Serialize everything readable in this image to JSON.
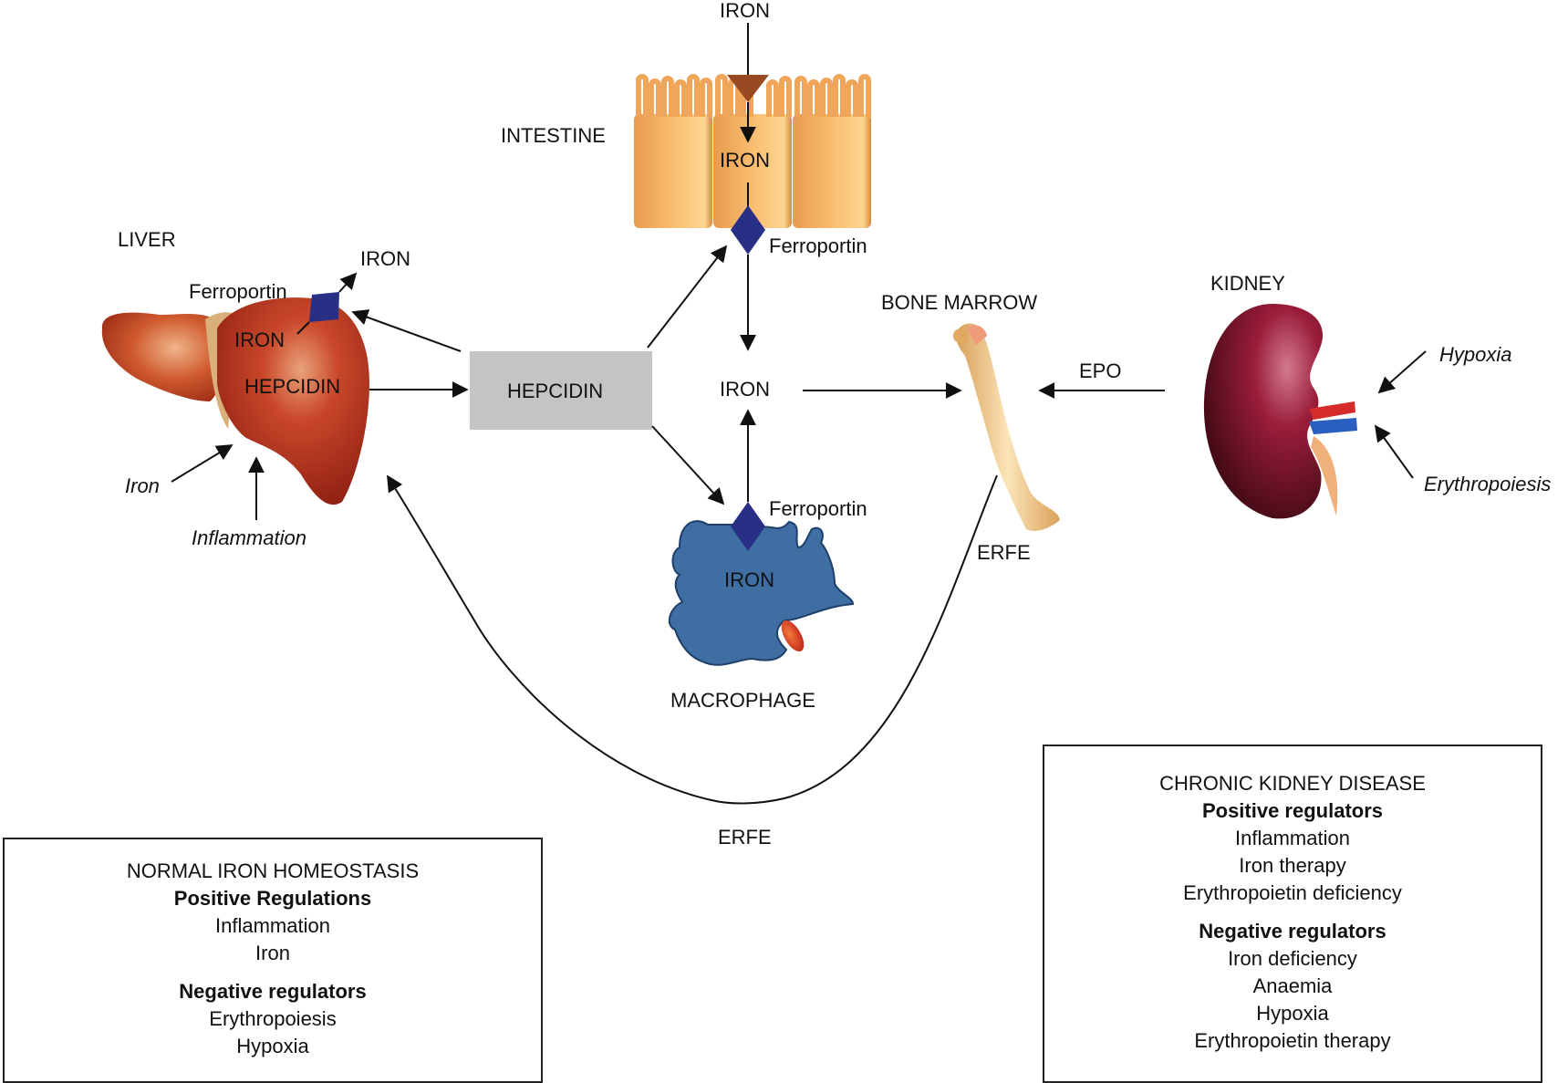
{
  "colors": {
    "liver": "#b3321e",
    "liver_light": "#d9623e",
    "intestine": "#f5b061",
    "intestine_edge": "#e0954a",
    "ferroportin": "#2a2f86",
    "dmt1_triangle": "#9a4a22",
    "hepcidin_box": "#c4c4c4",
    "macrophage": "#3f6ea3",
    "macrophage_edge": "#1f3f6b",
    "rbc": "#e0452a",
    "kidney": "#7a1025",
    "bone": "#f3d39b",
    "artery": "#d62b2b",
    "vein": "#2a5fbf",
    "ureter": "#f0b07a"
  },
  "labels": {
    "iron_top": "IRON",
    "intestine": "INTESTINE",
    "iron_intestine": "IRON",
    "ferroportin_intestine": "Ferroportin",
    "liver": "LIVER",
    "iron_liver_out": "IRON",
    "ferroportin_liver": "Ferroportin",
    "iron_liver": "IRON",
    "hepcidin_liver": "HEPCIDIN",
    "hepcidin_box": "HEPCIDIN",
    "iron_liver_input": "Iron",
    "inflammation_input": "Inflammation",
    "iron_center": "IRON",
    "bone_marrow": "BONE MARROW",
    "epo": "EPO",
    "kidney": "KIDNEY",
    "hypoxia": "Hypoxia",
    "erythropoiesis": "Erythropoiesis",
    "ferroportin_macrophage": "Ferroportin",
    "iron_macrophage": "IRON",
    "macrophage": "MACROPHAGE",
    "erfe_side": "ERFE",
    "erfe_bottom": "ERFE"
  },
  "normal_box": {
    "title": "NORMAL IRON HOMEOSTASIS",
    "positive_heading": "Positive Regulations",
    "positive_items": [
      "Inflammation",
      "Iron"
    ],
    "negative_heading": "Negative regulators",
    "negative_items": [
      "Erythropoiesis",
      "Hypoxia"
    ]
  },
  "ckd_box": {
    "title": "CHRONIC KIDNEY DISEASE",
    "positive_heading": "Positive regulators",
    "positive_items": [
      "Inflammation",
      "Iron therapy",
      "Erythropoietin deficiency"
    ],
    "negative_heading": "Negative regulators",
    "negative_items": [
      "Iron deficiency",
      "Anaemia",
      "Hypoxia",
      "Erythropoietin therapy"
    ]
  }
}
